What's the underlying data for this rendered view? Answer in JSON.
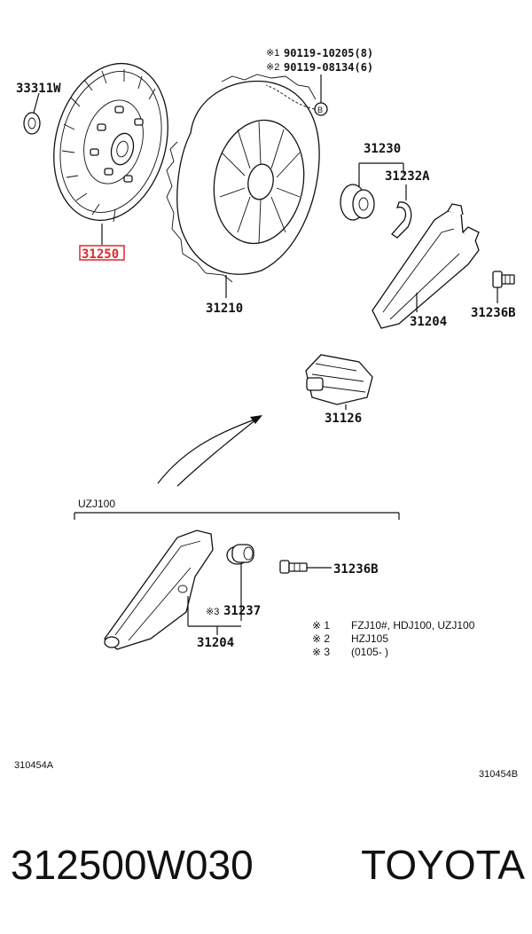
{
  "parts": {
    "p33311w": "33311W",
    "p31250": "31250",
    "p31210": "31210",
    "p31230": "31230",
    "p31232a": "31232A",
    "p31204_top": "31204",
    "p31236b_top": "31236B",
    "p31126": "31126",
    "p31236b_bottom": "31236B",
    "p31237": "31237",
    "p31204_bottom": "31204",
    "p31237_mark": "※3"
  },
  "bolts": {
    "line1_mark": "※1",
    "line1_text": "90119-10205(8)",
    "line2_mark": "※2",
    "line2_text": "90119-08134(6)",
    "ref_circle": "B"
  },
  "section": {
    "label": "UZJ100"
  },
  "notes": [
    {
      "mark": "※ 1",
      "text": "FZJ10#, HDJ100, UZJ100"
    },
    {
      "mark": "※ 2",
      "text": "HZJ105"
    },
    {
      "mark": "※ 3",
      "text": "(0105-        )"
    }
  ],
  "codes": {
    "left": "310454A",
    "right": "310454B"
  },
  "footer": {
    "part_number": "312500W030",
    "brand": "TOYOTA"
  },
  "colors": {
    "highlight": "#e0262b",
    "ink": "#111111"
  }
}
